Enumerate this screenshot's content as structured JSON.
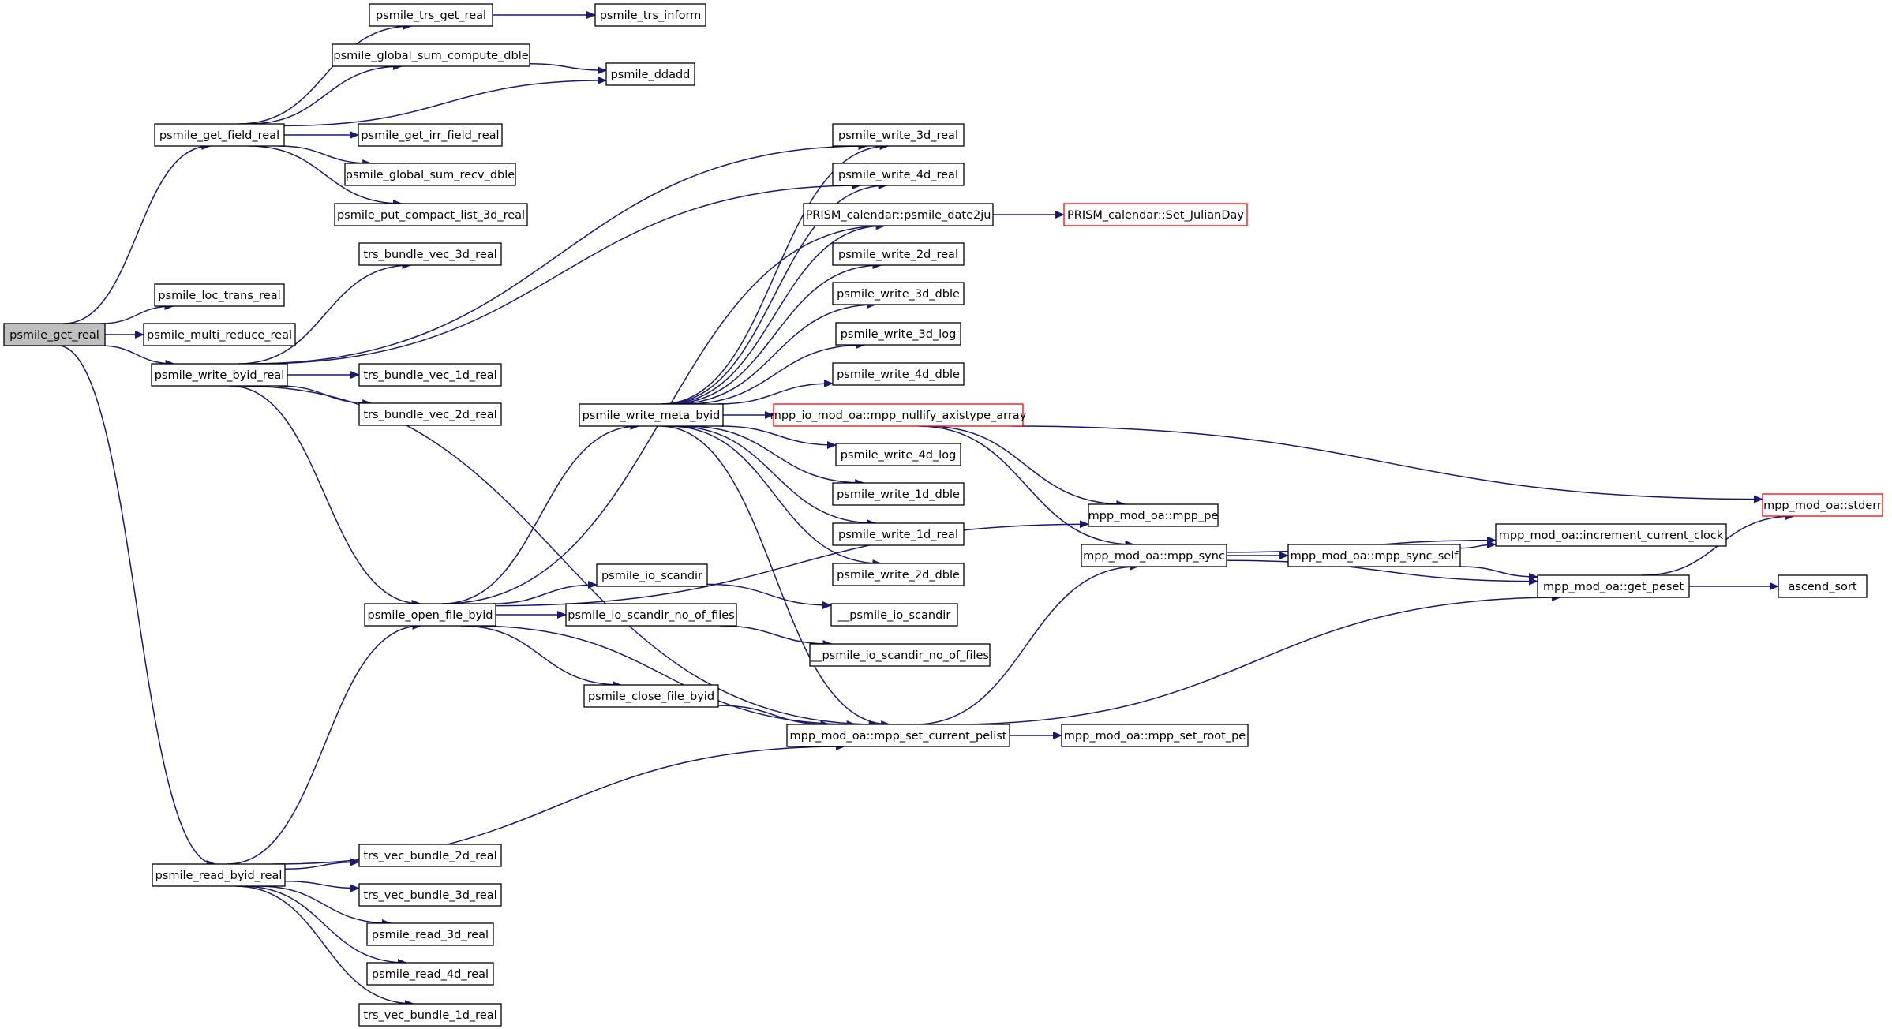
{
  "graph": {
    "nodes": [
      {
        "id": "psmile_get_real",
        "label": "psmile_get_real",
        "style": "root"
      },
      {
        "id": "psmile_get_field_real",
        "label": "psmile_get_field_real",
        "style": "normal"
      },
      {
        "id": "psmile_loc_trans_real",
        "label": "psmile_loc_trans_real",
        "style": "normal"
      },
      {
        "id": "psmile_multi_reduce_real",
        "label": "psmile_multi_reduce_real",
        "style": "normal"
      },
      {
        "id": "psmile_write_byid_real",
        "label": "psmile_write_byid_real",
        "style": "normal"
      },
      {
        "id": "psmile_read_byid_real",
        "label": "psmile_read_byid_real",
        "style": "normal"
      },
      {
        "id": "psmile_trs_get_real",
        "label": "psmile_trs_get_real",
        "style": "normal"
      },
      {
        "id": "psmile_trs_inform",
        "label": "psmile_trs_inform",
        "style": "normal"
      },
      {
        "id": "psmile_global_sum_compute_dble",
        "label": "psmile_global_sum_compute_dble",
        "style": "normal"
      },
      {
        "id": "psmile_ddadd",
        "label": "psmile_ddadd",
        "style": "normal"
      },
      {
        "id": "psmile_get_irr_field_real",
        "label": "psmile_get_irr_field_real",
        "style": "normal"
      },
      {
        "id": "psmile_global_sum_recv_dble",
        "label": "psmile_global_sum_recv_dble",
        "style": "normal"
      },
      {
        "id": "psmile_put_compact_list_3d_real",
        "label": "psmile_put_compact_list_3d_real",
        "style": "normal"
      },
      {
        "id": "trs_bundle_vec_3d_real",
        "label": "trs_bundle_vec_3d_real",
        "style": "normal"
      },
      {
        "id": "trs_bundle_vec_1d_real",
        "label": "trs_bundle_vec_1d_real",
        "style": "normal"
      },
      {
        "id": "trs_bundle_vec_2d_real",
        "label": "trs_bundle_vec_2d_real",
        "style": "normal"
      },
      {
        "id": "psmile_open_file_byid",
        "label": "psmile_open_file_byid",
        "style": "normal"
      },
      {
        "id": "psmile_write_meta_byid",
        "label": "psmile_write_meta_byid",
        "style": "normal"
      },
      {
        "id": "psmile_io_scandir",
        "label": "psmile_io_scandir",
        "style": "normal"
      },
      {
        "id": "psmile_io_scandir_no_of_files",
        "label": "psmile_io_scandir_no_of_files",
        "style": "normal"
      },
      {
        "id": "psmile_close_file_byid",
        "label": "psmile_close_file_byid",
        "style": "normal"
      },
      {
        "id": "__psmile_io_scandir",
        "label": "__psmile_io_scandir",
        "style": "normal"
      },
      {
        "id": "__psmile_io_scandir_no_of_files",
        "label": "__psmile_io_scandir_no_of_files",
        "style": "normal"
      },
      {
        "id": "mpp_set_current_pelist",
        "label": "mpp_mod_oa::mpp_set_current_pelist",
        "style": "normal"
      },
      {
        "id": "mpp_set_root_pe",
        "label": "mpp_mod_oa::mpp_set_root_pe",
        "style": "normal"
      },
      {
        "id": "psmile_write_3d_real",
        "label": "psmile_write_3d_real",
        "style": "normal"
      },
      {
        "id": "psmile_write_4d_real",
        "label": "psmile_write_4d_real",
        "style": "normal"
      },
      {
        "id": "psmile_date2ju",
        "label": "PRISM_calendar::psmile_date2ju",
        "style": "normal"
      },
      {
        "id": "Set_JulianDay",
        "label": "PRISM_calendar::Set_JulianDay",
        "style": "red"
      },
      {
        "id": "psmile_write_2d_real",
        "label": "psmile_write_2d_real",
        "style": "normal"
      },
      {
        "id": "psmile_write_3d_dble",
        "label": "psmile_write_3d_dble",
        "style": "normal"
      },
      {
        "id": "psmile_write_3d_log",
        "label": "psmile_write_3d_log",
        "style": "normal"
      },
      {
        "id": "psmile_write_4d_dble",
        "label": "psmile_write_4d_dble",
        "style": "normal"
      },
      {
        "id": "mpp_nullify_axistype_array",
        "label": "mpp_io_mod_oa::mpp_nullify_axistype_array",
        "style": "red"
      },
      {
        "id": "psmile_write_4d_log",
        "label": "psmile_write_4d_log",
        "style": "normal"
      },
      {
        "id": "psmile_write_1d_dble",
        "label": "psmile_write_1d_dble",
        "style": "normal"
      },
      {
        "id": "psmile_write_1d_real",
        "label": "psmile_write_1d_real",
        "style": "normal"
      },
      {
        "id": "psmile_write_2d_dble",
        "label": "psmile_write_2d_dble",
        "style": "normal"
      },
      {
        "id": "mpp_pe",
        "label": "mpp_mod_oa::mpp_pe",
        "style": "normal"
      },
      {
        "id": "mpp_sync",
        "label": "mpp_mod_oa::mpp_sync",
        "style": "normal"
      },
      {
        "id": "mpp_sync_self",
        "label": "mpp_mod_oa::mpp_sync_self",
        "style": "normal"
      },
      {
        "id": "increment_current_clock",
        "label": "mpp_mod_oa::increment_current_clock",
        "style": "normal"
      },
      {
        "id": "get_peset",
        "label": "mpp_mod_oa::get_peset",
        "style": "normal"
      },
      {
        "id": "ascend_sort",
        "label": "ascend_sort",
        "style": "normal"
      },
      {
        "id": "stderr",
        "label": "mpp_mod_oa::stderr",
        "style": "red"
      },
      {
        "id": "trs_vec_bundle_2d_real",
        "label": "trs_vec_bundle_2d_real",
        "style": "normal"
      },
      {
        "id": "trs_vec_bundle_3d_real",
        "label": "trs_vec_bundle_3d_real",
        "style": "normal"
      },
      {
        "id": "psmile_read_3d_real",
        "label": "psmile_read_3d_real",
        "style": "normal"
      },
      {
        "id": "psmile_read_4d_real",
        "label": "psmile_read_4d_real",
        "style": "normal"
      },
      {
        "id": "trs_vec_bundle_1d_real",
        "label": "trs_vec_bundle_1d_real",
        "style": "normal"
      }
    ],
    "edges": [
      [
        "psmile_get_real",
        "psmile_get_field_real"
      ],
      [
        "psmile_get_real",
        "psmile_loc_trans_real"
      ],
      [
        "psmile_get_real",
        "psmile_multi_reduce_real"
      ],
      [
        "psmile_get_real",
        "psmile_write_byid_real"
      ],
      [
        "psmile_get_real",
        "psmile_read_byid_real"
      ],
      [
        "psmile_get_field_real",
        "psmile_trs_get_real"
      ],
      [
        "psmile_get_field_real",
        "psmile_global_sum_compute_dble"
      ],
      [
        "psmile_get_field_real",
        "psmile_ddadd"
      ],
      [
        "psmile_get_field_real",
        "psmile_get_irr_field_real"
      ],
      [
        "psmile_get_field_real",
        "psmile_global_sum_recv_dble"
      ],
      [
        "psmile_get_field_real",
        "psmile_put_compact_list_3d_real"
      ],
      [
        "psmile_trs_get_real",
        "psmile_trs_inform"
      ],
      [
        "psmile_global_sum_compute_dble",
        "psmile_ddadd"
      ],
      [
        "psmile_write_byid_real",
        "trs_bundle_vec_3d_real"
      ],
      [
        "psmile_write_byid_real",
        "psmile_write_3d_real"
      ],
      [
        "psmile_write_byid_real",
        "psmile_write_4d_real"
      ],
      [
        "psmile_write_byid_real",
        "trs_bundle_vec_1d_real"
      ],
      [
        "psmile_write_byid_real",
        "trs_bundle_vec_2d_real"
      ],
      [
        "psmile_write_byid_real",
        "psmile_open_file_byid"
      ],
      [
        "psmile_write_byid_real",
        "mpp_set_current_pelist"
      ],
      [
        "psmile_read_byid_real",
        "psmile_open_file_byid"
      ],
      [
        "psmile_read_byid_real",
        "mpp_set_current_pelist"
      ],
      [
        "psmile_read_byid_real",
        "trs_vec_bundle_2d_real"
      ],
      [
        "psmile_read_byid_real",
        "trs_vec_bundle_3d_real"
      ],
      [
        "psmile_read_byid_real",
        "psmile_read_3d_real"
      ],
      [
        "psmile_read_byid_real",
        "psmile_read_4d_real"
      ],
      [
        "psmile_read_byid_real",
        "trs_vec_bundle_1d_real"
      ],
      [
        "psmile_open_file_byid",
        "psmile_write_meta_byid"
      ],
      [
        "psmile_open_file_byid",
        "psmile_date2ju"
      ],
      [
        "psmile_open_file_byid",
        "psmile_io_scandir"
      ],
      [
        "psmile_open_file_byid",
        "psmile_io_scandir_no_of_files"
      ],
      [
        "psmile_open_file_byid",
        "psmile_close_file_byid"
      ],
      [
        "psmile_open_file_byid",
        "mpp_set_current_pelist"
      ],
      [
        "psmile_open_file_byid",
        "mpp_pe"
      ],
      [
        "psmile_write_meta_byid",
        "psmile_write_3d_real"
      ],
      [
        "psmile_write_meta_byid",
        "psmile_write_4d_real"
      ],
      [
        "psmile_write_meta_byid",
        "psmile_date2ju"
      ],
      [
        "psmile_write_meta_byid",
        "psmile_write_2d_real"
      ],
      [
        "psmile_write_meta_byid",
        "psmile_write_3d_dble"
      ],
      [
        "psmile_write_meta_byid",
        "psmile_write_3d_log"
      ],
      [
        "psmile_write_meta_byid",
        "psmile_write_4d_dble"
      ],
      [
        "psmile_write_meta_byid",
        "mpp_nullify_axistype_array"
      ],
      [
        "psmile_write_meta_byid",
        "psmile_write_4d_log"
      ],
      [
        "psmile_write_meta_byid",
        "psmile_write_1d_dble"
      ],
      [
        "psmile_write_meta_byid",
        "psmile_write_1d_real"
      ],
      [
        "psmile_write_meta_byid",
        "psmile_write_2d_dble"
      ],
      [
        "psmile_write_meta_byid",
        "mpp_set_current_pelist"
      ],
      [
        "psmile_io_scandir",
        "__psmile_io_scandir"
      ],
      [
        "psmile_io_scandir_no_of_files",
        "__psmile_io_scandir_no_of_files"
      ],
      [
        "psmile_close_file_byid",
        "mpp_set_current_pelist"
      ],
      [
        "psmile_date2ju",
        "Set_JulianDay"
      ],
      [
        "mpp_nullify_axistype_array",
        "mpp_pe"
      ],
      [
        "mpp_nullify_axistype_array",
        "mpp_sync"
      ],
      [
        "mpp_nullify_axistype_array",
        "stderr"
      ],
      [
        "mpp_set_current_pelist",
        "mpp_sync"
      ],
      [
        "mpp_set_current_pelist",
        "get_peset"
      ],
      [
        "mpp_set_current_pelist",
        "mpp_set_root_pe"
      ],
      [
        "mpp_sync",
        "increment_current_clock"
      ],
      [
        "mpp_sync",
        "mpp_sync_self"
      ],
      [
        "mpp_sync",
        "get_peset"
      ],
      [
        "mpp_sync_self",
        "increment_current_clock"
      ],
      [
        "mpp_sync_self",
        "get_peset"
      ],
      [
        "get_peset",
        "ascend_sort"
      ],
      [
        "get_peset",
        "stderr"
      ]
    ]
  }
}
